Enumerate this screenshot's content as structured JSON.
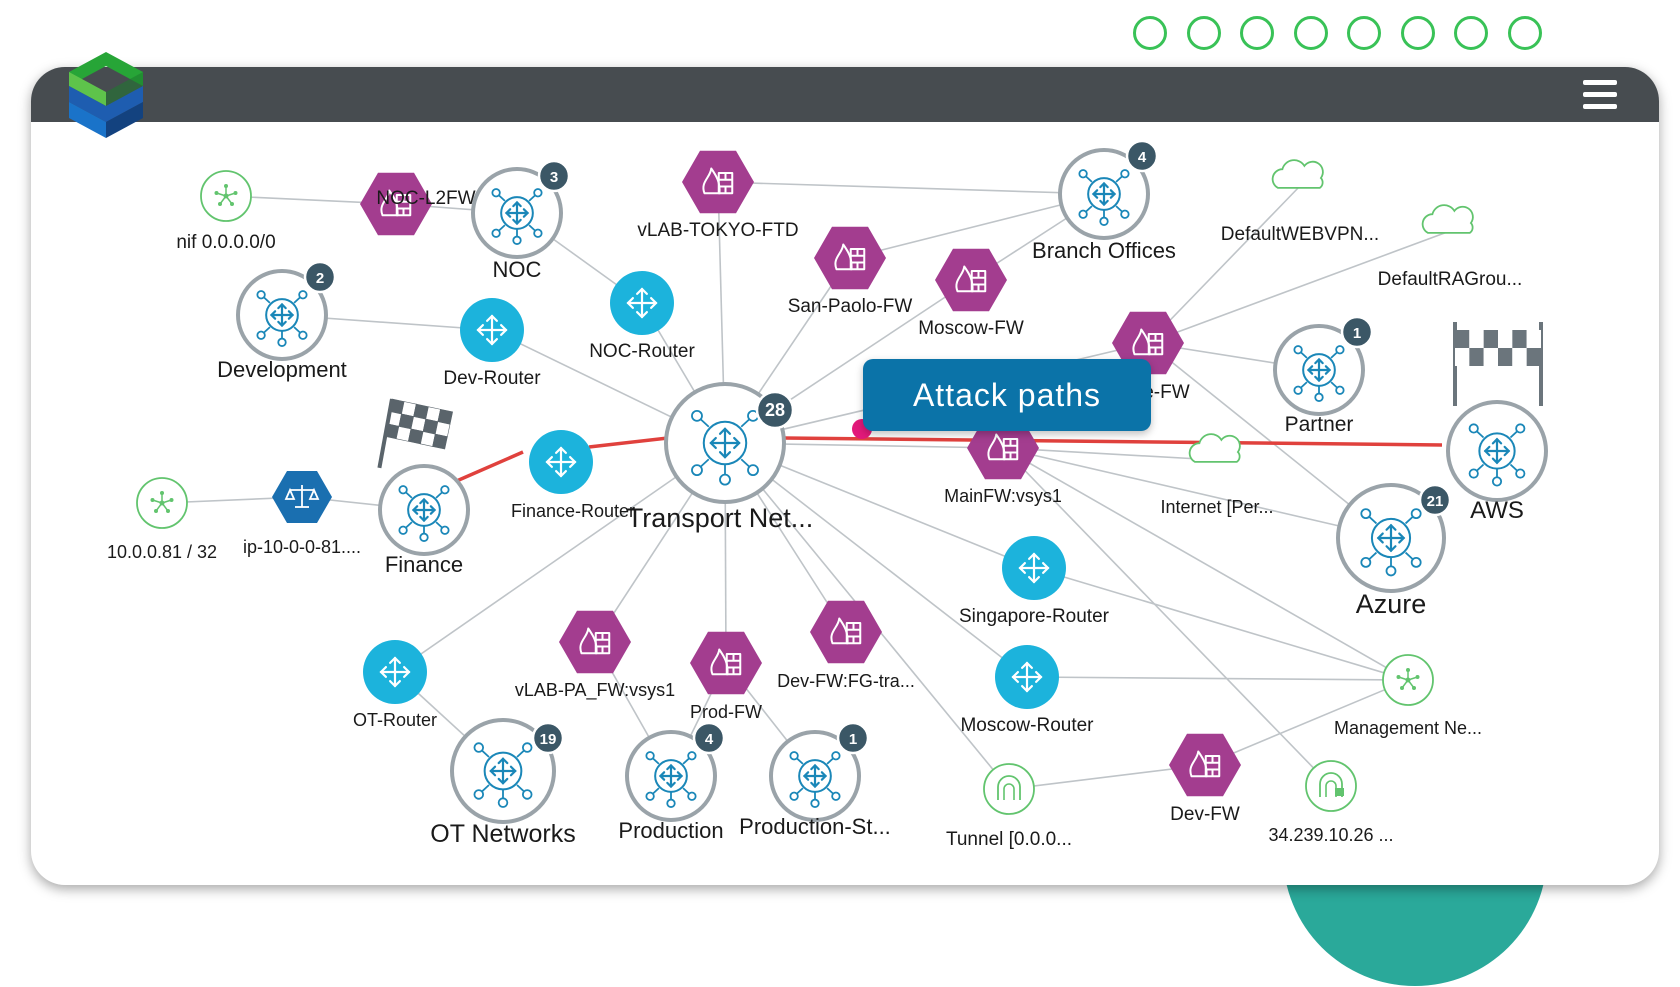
{
  "callout": {
    "label": "Attack paths"
  },
  "header": {
    "menu_icon": "hamburger-menu-icon",
    "logo_icon": "cube-logo-icon"
  },
  "pager": {
    "dot_count": 8
  },
  "colors": {
    "firewall": "#a33d8f",
    "router": "#1cb3dc",
    "cluster_ring": "#9aa3a9",
    "cluster_icon": "#1a87b8",
    "badge": "#3b5766",
    "link": "#bfc4c8",
    "attack_path": "#e0413d",
    "network": "#62c46e",
    "header": "#474c50",
    "callout": "#0b73a8",
    "accent": "#2aa99a",
    "endpoint_dot": "#e2197a"
  },
  "nodes": {
    "nif": {
      "label": "nif 0.0.0.0/0",
      "icon": "network-icon"
    },
    "noc_l2fw_asa": {
      "label": "NOC-L2FW-ASA",
      "icon": "firewall-icon"
    },
    "noc": {
      "label": "NOC",
      "badge": "3",
      "icon": "cluster-icon"
    },
    "vlab_tokyo_ftd": {
      "label": "vLAB-TOKYO-FTD",
      "icon": "firewall-icon"
    },
    "branch_offices": {
      "label": "Branch Offices",
      "badge": "4",
      "icon": "cluster-icon"
    },
    "default_webvpn": {
      "label": "DefaultWEBVPN...",
      "icon": "cloud-icon"
    },
    "default_ragroup": {
      "label": "DefaultRAGrou...",
      "icon": "cloud-icon"
    },
    "development": {
      "label": "Development",
      "badge": "2",
      "icon": "cluster-icon"
    },
    "dev_router": {
      "label": "Dev-Router",
      "icon": "router-icon"
    },
    "noc_router": {
      "label": "NOC-Router",
      "icon": "router-icon"
    },
    "san_paolo_fw": {
      "label": "San-Paolo-FW",
      "icon": "firewall-icon"
    },
    "moscow_fw": {
      "label": "Moscow-FW",
      "icon": "firewall-icon"
    },
    "singapore_fw": {
      "label": "ore-FW",
      "icon": "firewall-icon"
    },
    "partner": {
      "label": "Partner",
      "badge": "1",
      "icon": "cluster-icon"
    },
    "aws": {
      "label": "AWS",
      "icon": "cluster-icon"
    },
    "transport_net": {
      "label": "Transport Net...",
      "badge": "28",
      "icon": "cluster-icon"
    },
    "finance_router": {
      "label": "Finance-Router",
      "icon": "router-icon"
    },
    "finance": {
      "label": "Finance",
      "icon": "cluster-icon"
    },
    "ip_10": {
      "label": "ip-10-0-0-81....",
      "icon": "scale-icon"
    },
    "net_10": {
      "label": "10.0.0.81 / 32",
      "icon": "network-icon"
    },
    "mainfw": {
      "label": "MainFW:vsys1",
      "icon": "firewall-icon"
    },
    "internet": {
      "label": "Internet [Per...",
      "icon": "cloud-icon"
    },
    "azure": {
      "label": "Azure",
      "badge": "21",
      "icon": "cluster-icon"
    },
    "singapore_router": {
      "label": "Singapore-Router",
      "icon": "router-icon"
    },
    "moscow_router": {
      "label": "Moscow-Router",
      "icon": "router-icon"
    },
    "management_net": {
      "label": "Management Ne...",
      "icon": "network-icon"
    },
    "ot_router": {
      "label": "OT-Router",
      "icon": "router-icon"
    },
    "vlab_pa_fw": {
      "label": "vLAB-PA_FW:vsys1",
      "icon": "firewall-icon"
    },
    "prod_fw": {
      "label": "Prod-FW",
      "icon": "firewall-icon"
    },
    "dev_fw_fg": {
      "label": "Dev-FW:FG-tra...",
      "icon": "firewall-icon"
    },
    "ot_networks": {
      "label": "OT Networks",
      "badge": "19",
      "icon": "cluster-icon"
    },
    "production": {
      "label": "Production",
      "badge": "4",
      "icon": "cluster-icon"
    },
    "production_st": {
      "label": "Production-St...",
      "badge": "1",
      "icon": "cluster-icon"
    },
    "tunnel": {
      "label": "Tunnel [0.0.0...",
      "icon": "tunnel-icon"
    },
    "dev_fw": {
      "label": "Dev-FW",
      "icon": "firewall-icon"
    },
    "ip_34": {
      "label": "34.239.10.26 ...",
      "icon": "lock-tunnel-icon"
    }
  }
}
